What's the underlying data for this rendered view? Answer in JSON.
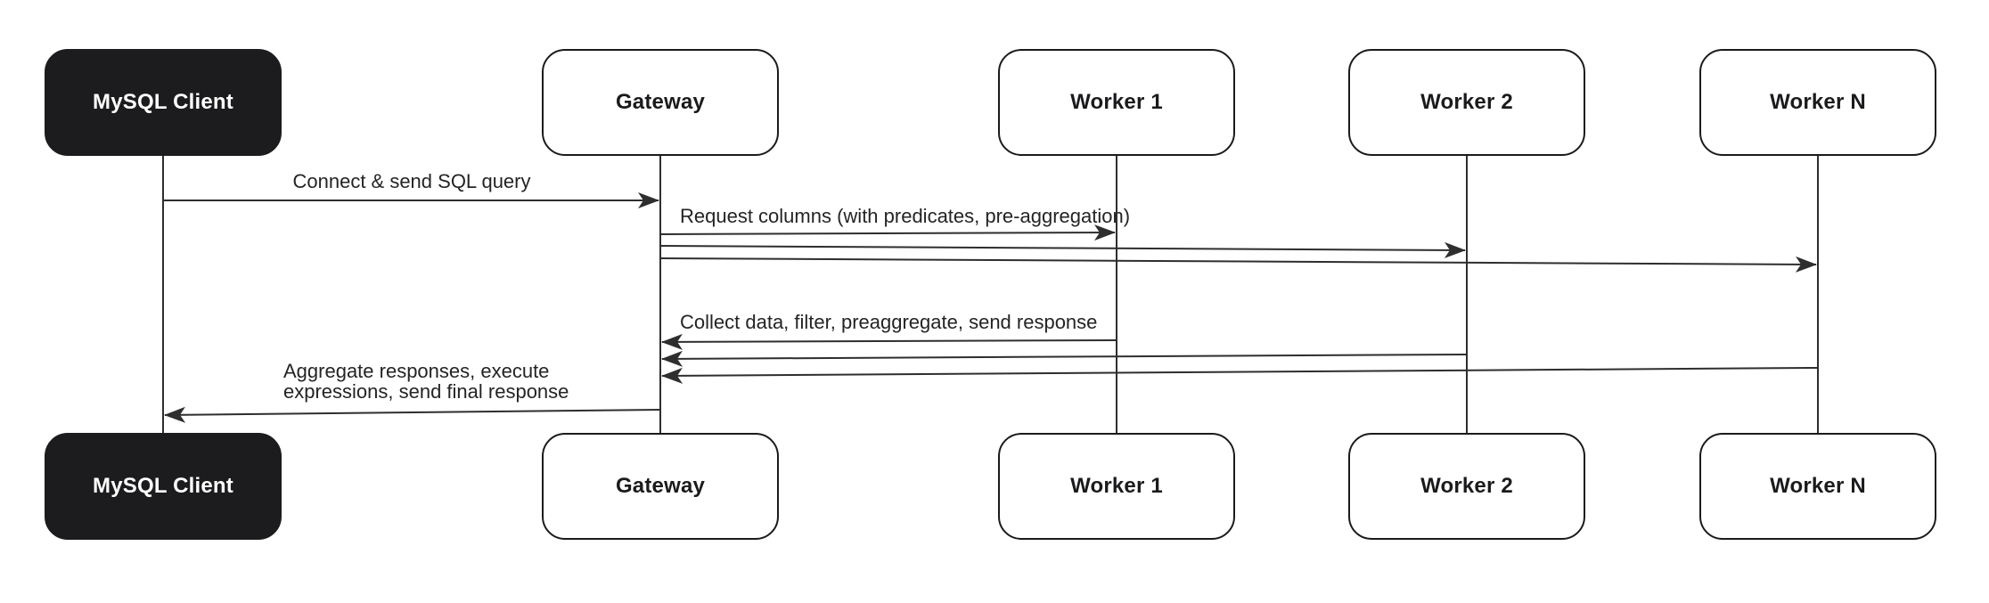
{
  "diagram": {
    "type": "sequence-diagram",
    "actors": [
      {
        "id": "mysql-client",
        "label": "MySQL Client",
        "variant": "dark"
      },
      {
        "id": "gateway",
        "label": "Gateway",
        "variant": "light"
      },
      {
        "id": "worker-1",
        "label": "Worker 1",
        "variant": "light"
      },
      {
        "id": "worker-2",
        "label": "Worker 2",
        "variant": "light"
      },
      {
        "id": "worker-n",
        "label": "Worker N",
        "variant": "light"
      }
    ],
    "messages": [
      {
        "label": "Connect & send SQL query",
        "from": "mysql-client",
        "to": [
          "gateway"
        ]
      },
      {
        "label": "Request columns (with predicates, pre-aggregation)",
        "from": "gateway",
        "to": [
          "worker-1",
          "worker-2",
          "worker-n"
        ]
      },
      {
        "label": "Collect data, filter, preaggregate, send response",
        "from": "workers",
        "to": [
          "gateway"
        ]
      },
      {
        "label": "Aggregate responses, execute\nexpressions, send final response",
        "from": "gateway",
        "to": [
          "mysql-client"
        ]
      }
    ],
    "colors": {
      "background": "#ffffff",
      "actor_dark_bg": "#1c1c1e",
      "actor_dark_text": "#ffffff",
      "actor_light_bg": "#ffffff",
      "actor_border": "#1b1b1d",
      "line_stroke": "#2e2e2e",
      "label_text": "#242424"
    }
  }
}
